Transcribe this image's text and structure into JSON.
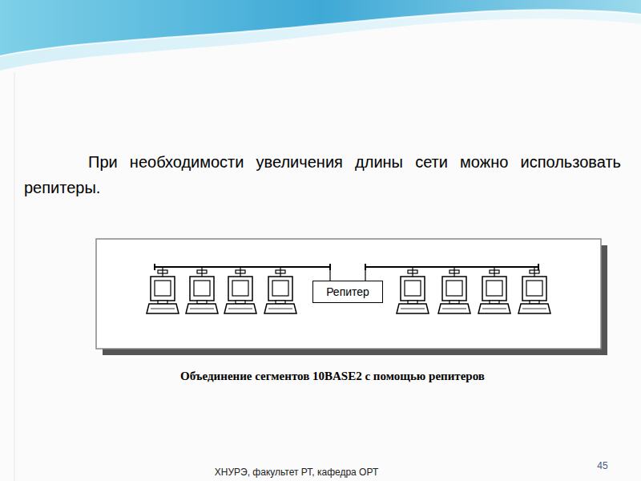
{
  "diagram": {
    "caption": "Объединение сегментов 10BASE2 с помощью репитеров",
    "nodes": [
      {
        "text": [
          "Репитер"
        ]
      }
    ],
    "labels": [
      "При необходимости увеличения длины сети можно использовать репитеры.",
      "ХНУРЭ, факультет РТ, кафедра ОРТ",
      "45"
    ]
  }
}
